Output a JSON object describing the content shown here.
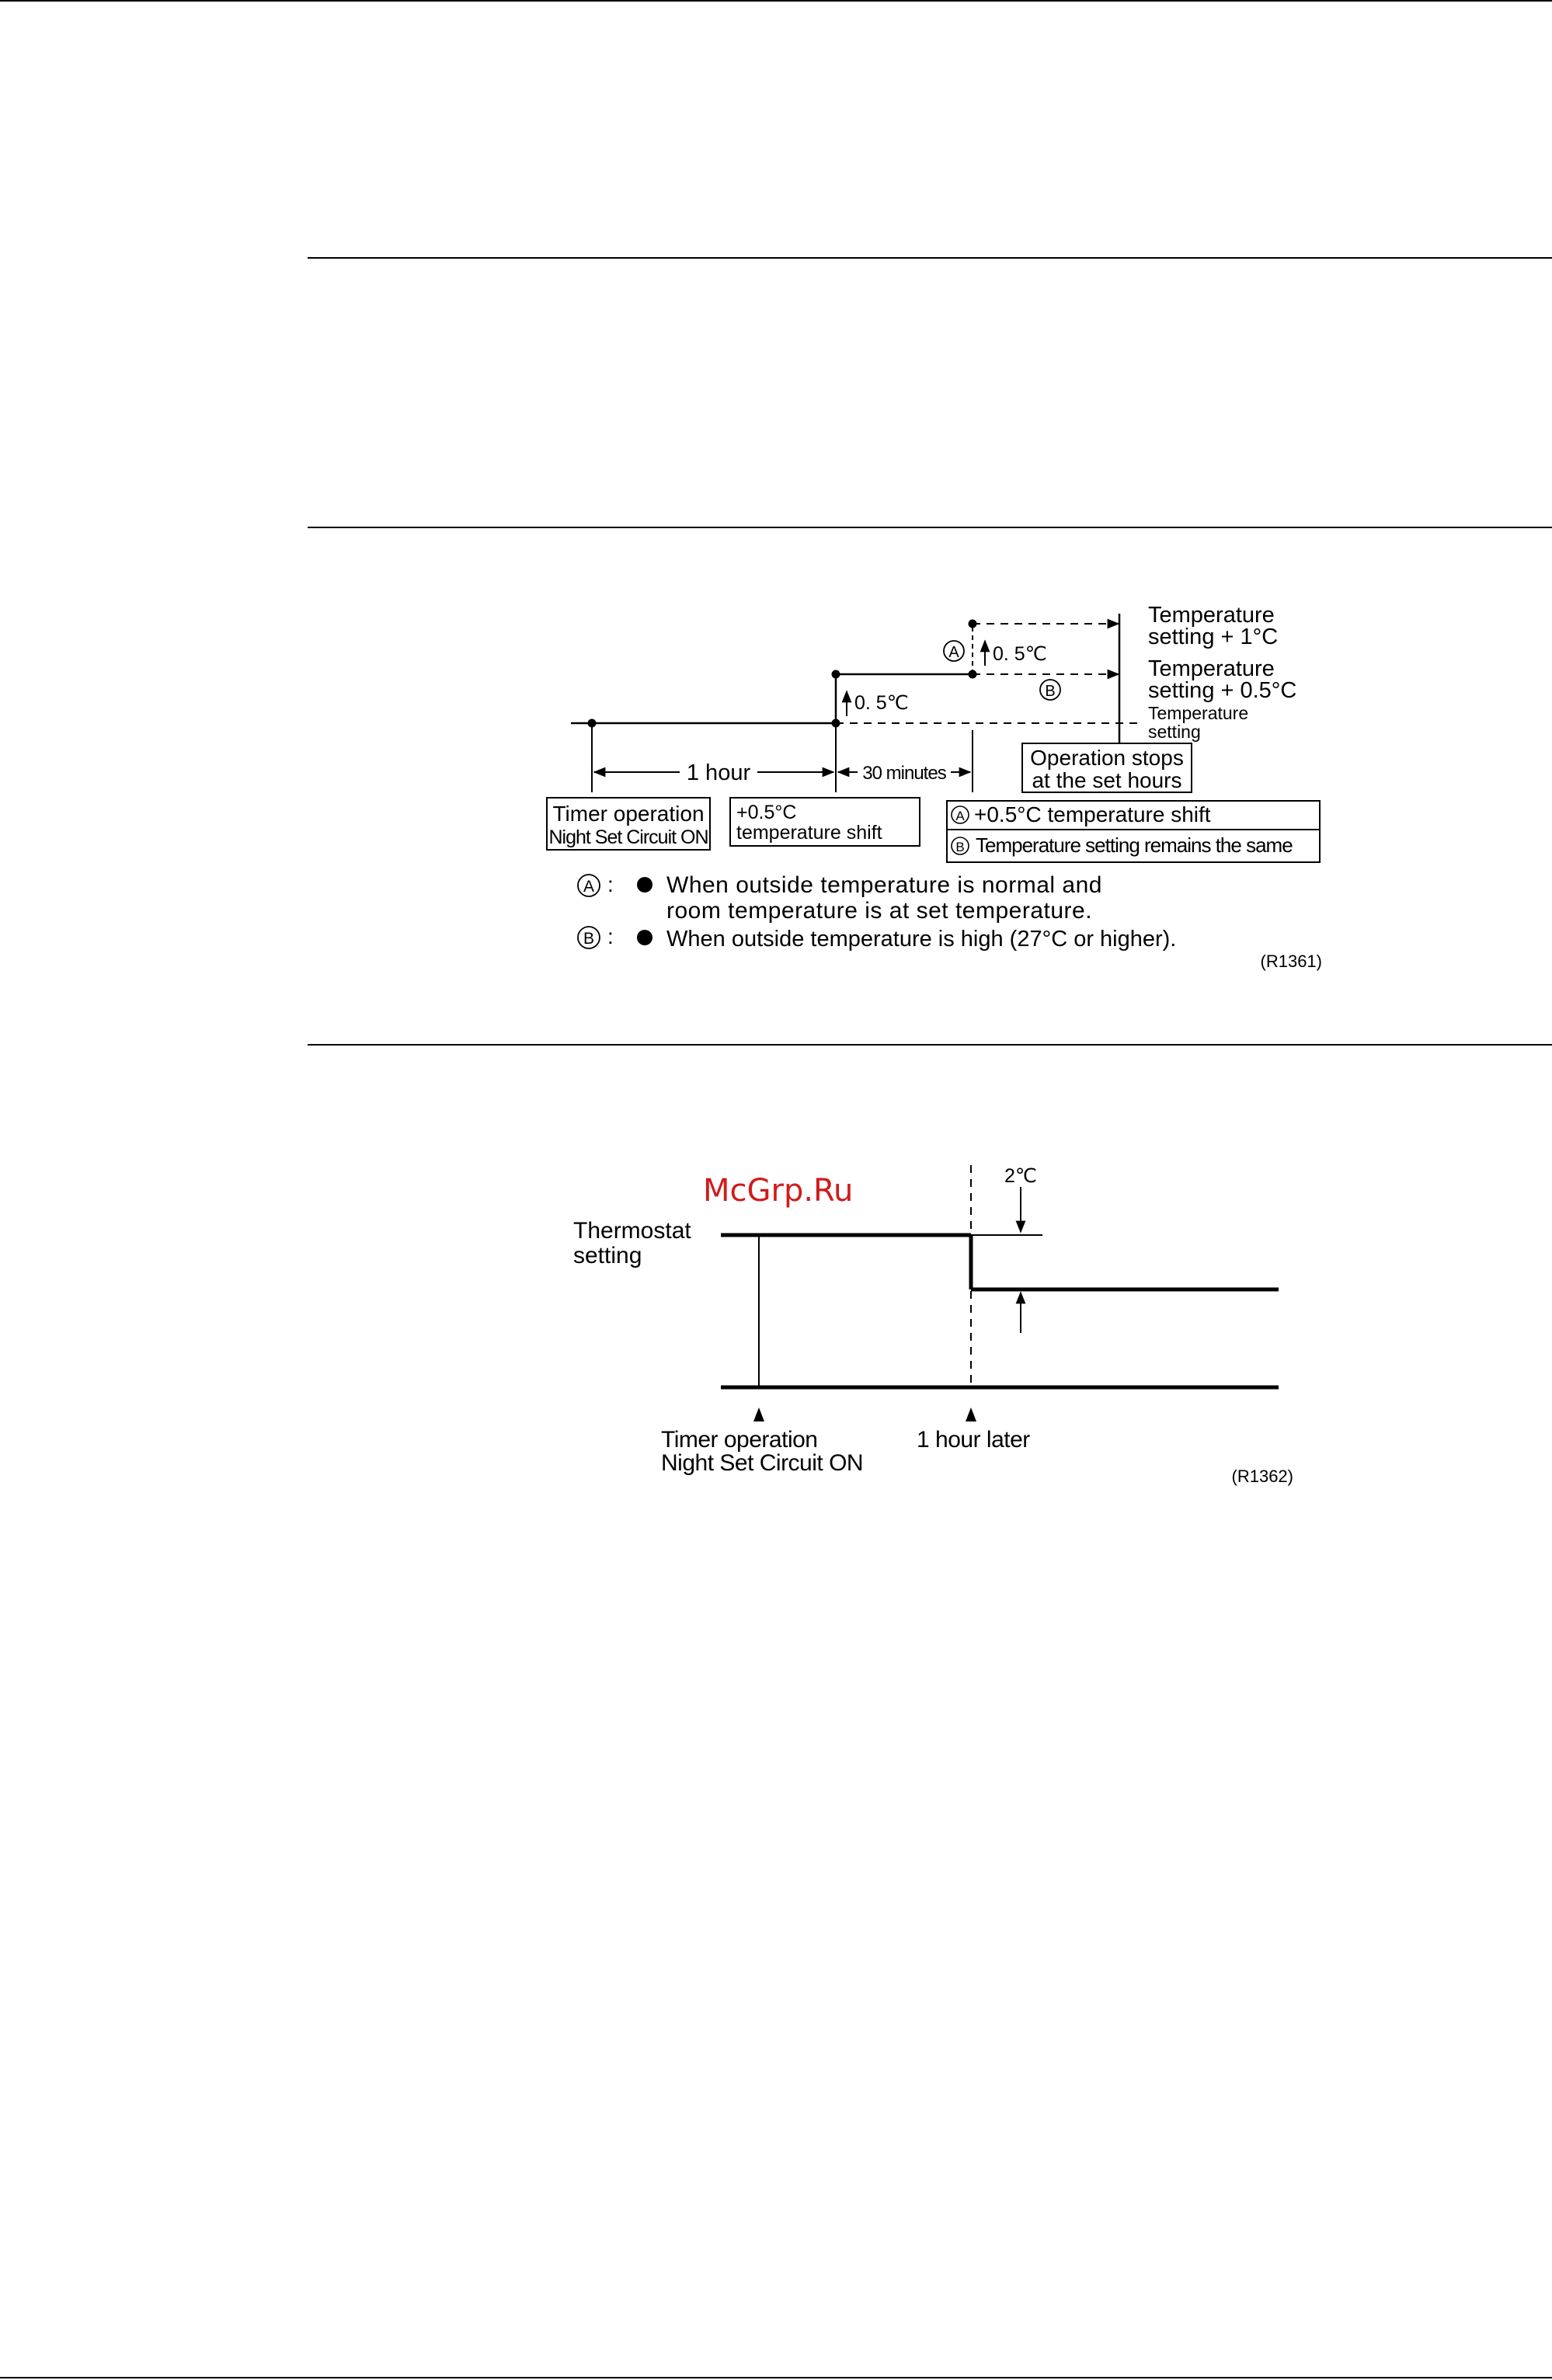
{
  "diagram1": {
    "level_labels": {
      "plus1": [
        "Temperature",
        "setting + 1°C"
      ],
      "plus05": [
        "Temperature",
        "setting + 0.5°C"
      ],
      "setting": [
        "Temperature",
        "setting"
      ]
    },
    "shift_small_a": "0. 5℃",
    "shift_small_1": "0. 5℃",
    "circle_a": "A",
    "circle_b": "B",
    "interval_1": "1 hour",
    "interval_2": "30 minutes",
    "box_timer": [
      "Timer operation",
      "Night Set Circuit ON"
    ],
    "box_shift": [
      "+0.5°C",
      "temperature shift"
    ],
    "box_stop": [
      "Operation stops",
      "at the set hours"
    ],
    "box_result_a": "+0.5°C temperature shift",
    "box_result_b": "Temperature setting remains the same",
    "legend": {
      "a_lines": [
        "When outside temperature is normal and",
        "room temperature is at set temperature."
      ],
      "b_line": "When outside temperature is high (27°C or higher)."
    },
    "figure_code": "(R1361)"
  },
  "diagram2": {
    "watermark": "McGrp.Ru",
    "drop_label": "2℃",
    "thermostat_label": [
      "Thermostat",
      "setting"
    ],
    "timer_label": [
      "Timer operation",
      "Night Set Circuit ON"
    ],
    "later_label": "1 hour later",
    "figure_code": "(R1362)"
  }
}
